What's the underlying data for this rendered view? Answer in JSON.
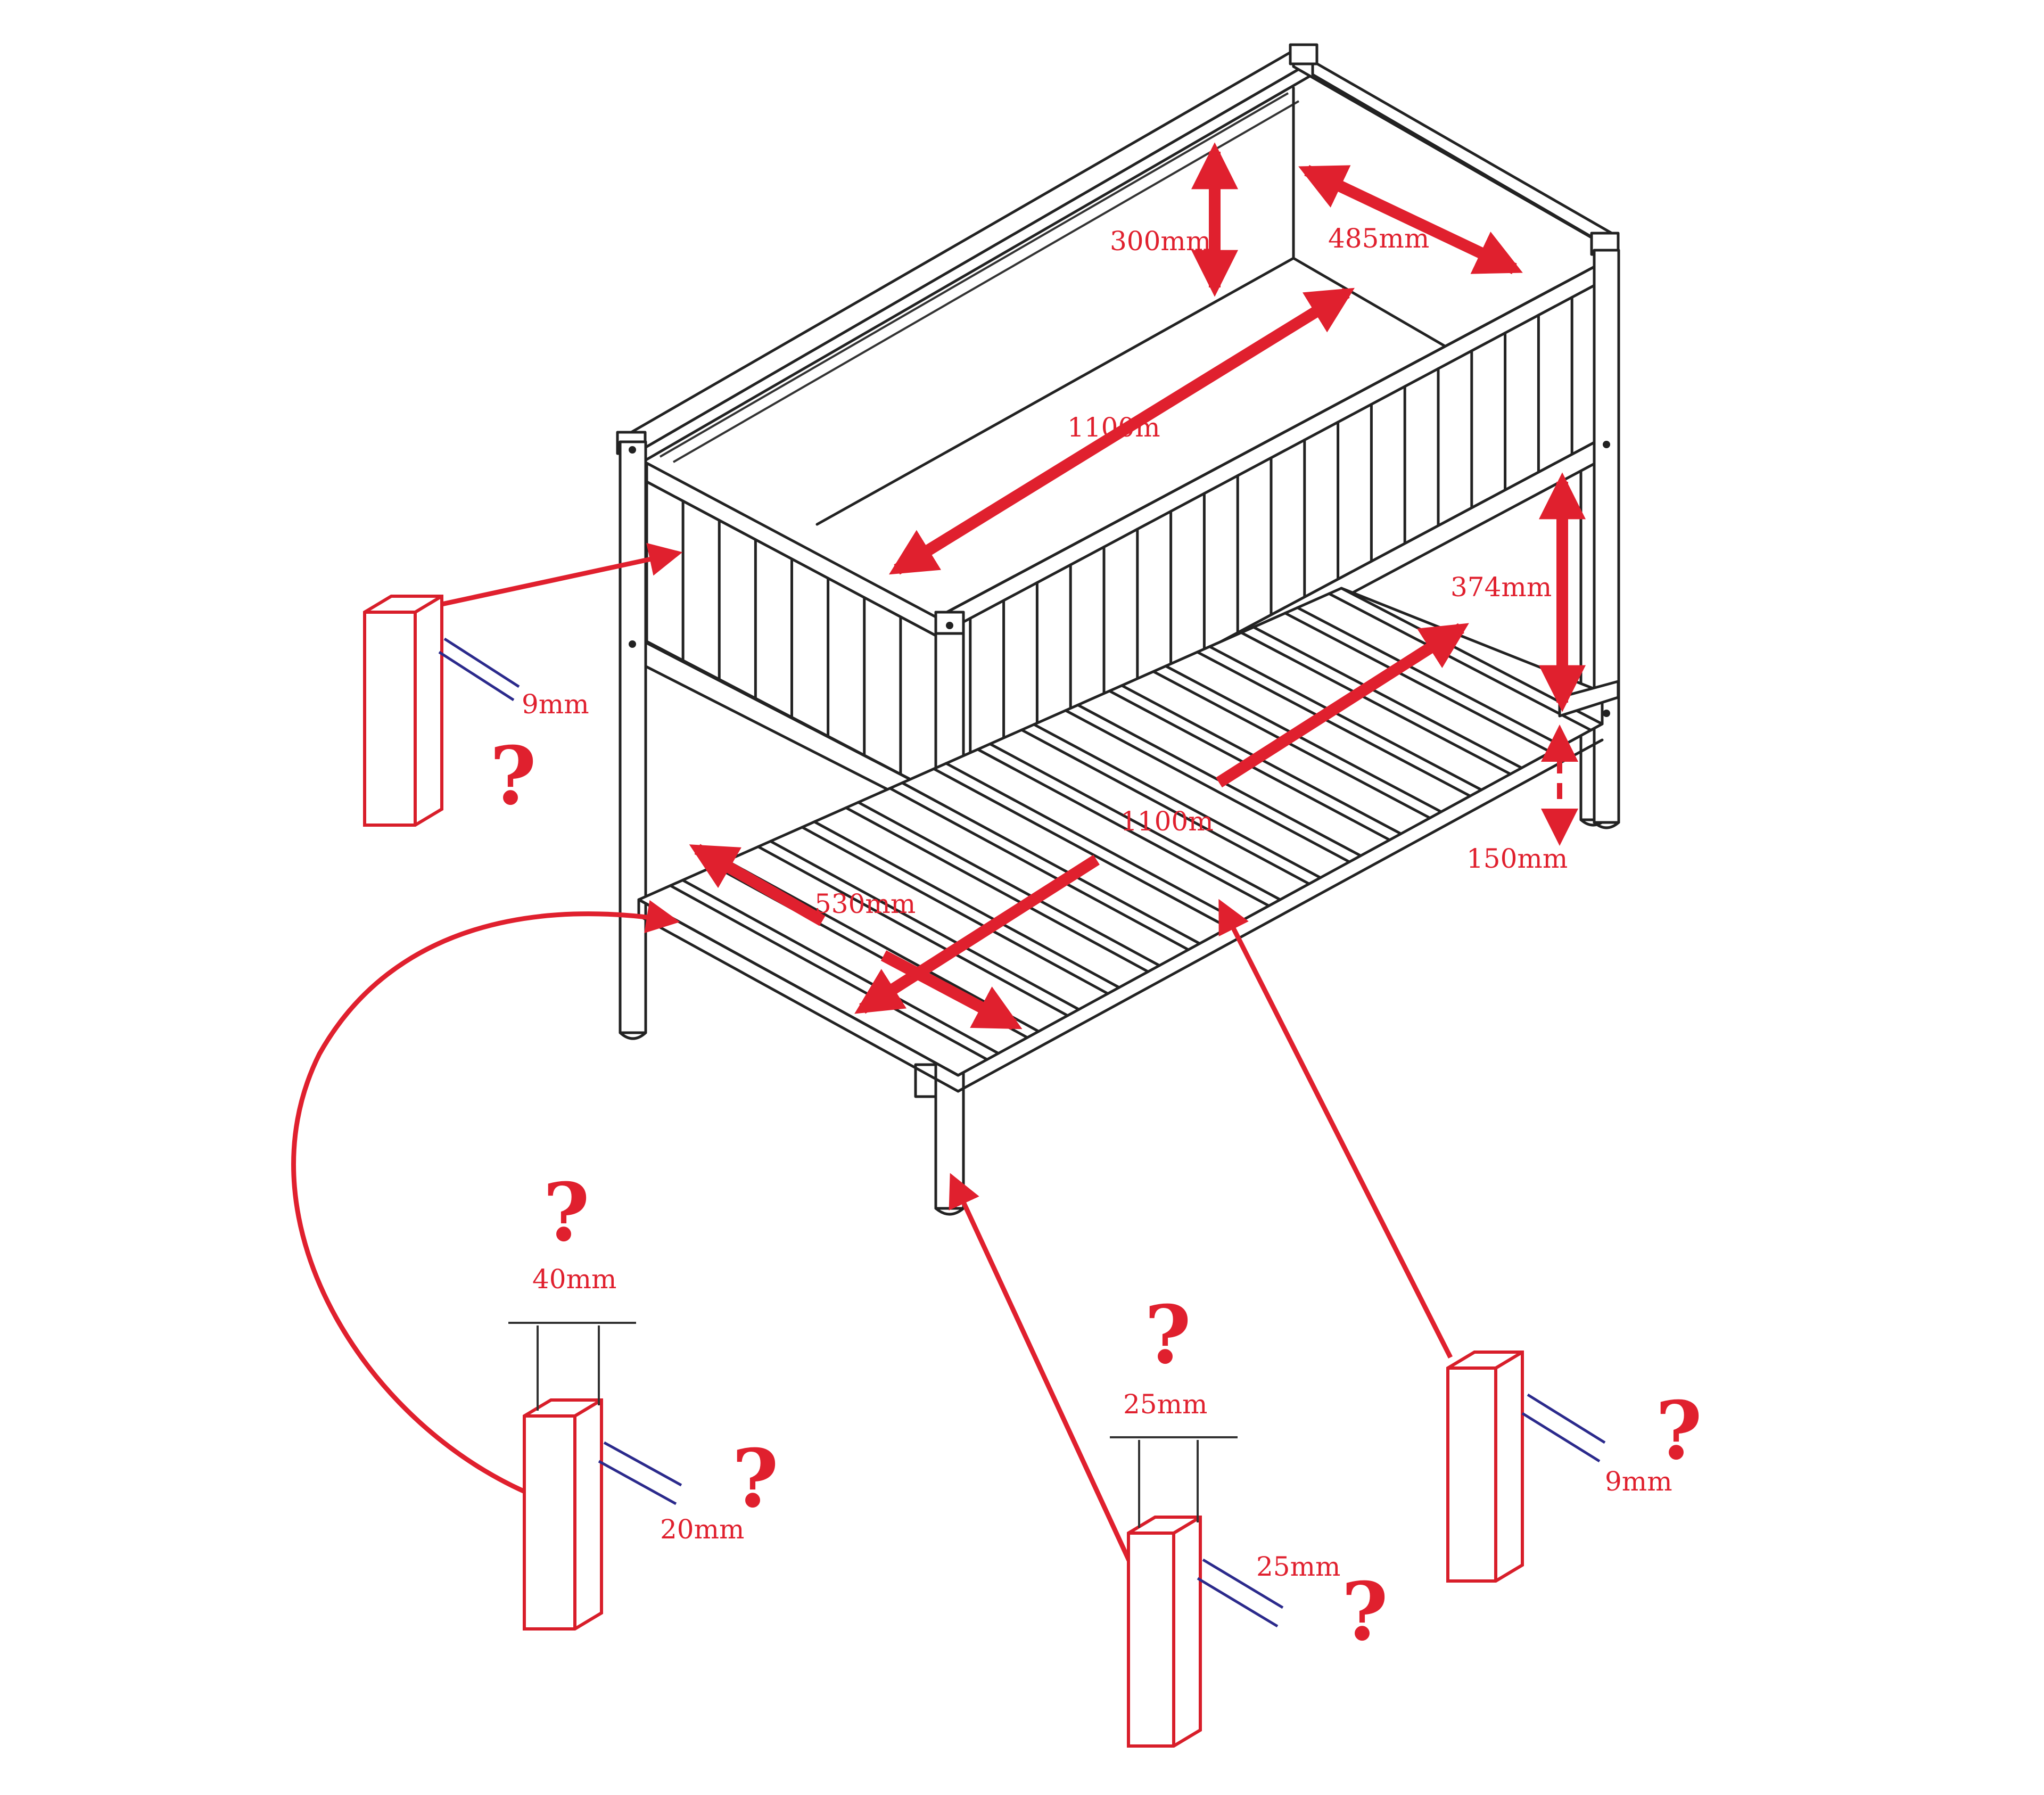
{
  "colors": {
    "accent": "#e0202e",
    "line": "#222222",
    "thickness_line": "#2b2a8c"
  },
  "dimensions": {
    "planter_depth": "300mm",
    "planter_width": "485mm",
    "planter_length": "1100m",
    "leg_height_to_shelf": "374mm",
    "shelf_length": "1100m",
    "shelf_width": "530mm",
    "shelf_clearance": "150mm"
  },
  "parts": {
    "side_board": {
      "thickness": "9mm",
      "unknown": "?"
    },
    "shelf_rail": {
      "width": "40mm",
      "thickness": "20mm",
      "unknown_top": "?",
      "unknown_side": "?"
    },
    "leg": {
      "width": "25mm",
      "thickness": "25mm",
      "unknown_top": "?",
      "unknown_side": "?"
    },
    "shelf_slat": {
      "thickness": "9mm",
      "unknown": "?"
    }
  },
  "icons": [
    "question-mark-icon",
    "dimension-arrow-icon",
    "leader-arrow-icon"
  ]
}
